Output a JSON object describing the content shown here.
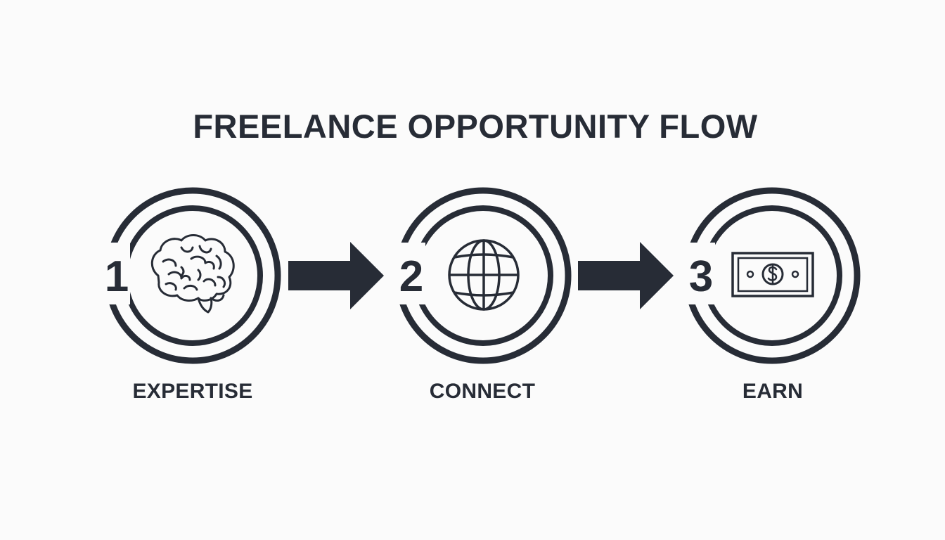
{
  "diagram": {
    "title": "FREELANCE OPPORTUNITY FLOW",
    "ink_color": "#272c36",
    "background_color": "#fbfbfb",
    "steps": [
      {
        "number": "1",
        "label": "EXPERTISE",
        "icon": "brain-icon"
      },
      {
        "number": "2",
        "label": "CONNECT",
        "icon": "globe-icon"
      },
      {
        "number": "3",
        "label": "EARN",
        "icon": "money-bill-icon"
      }
    ],
    "connectors": [
      "arrow-right",
      "arrow-right"
    ]
  }
}
